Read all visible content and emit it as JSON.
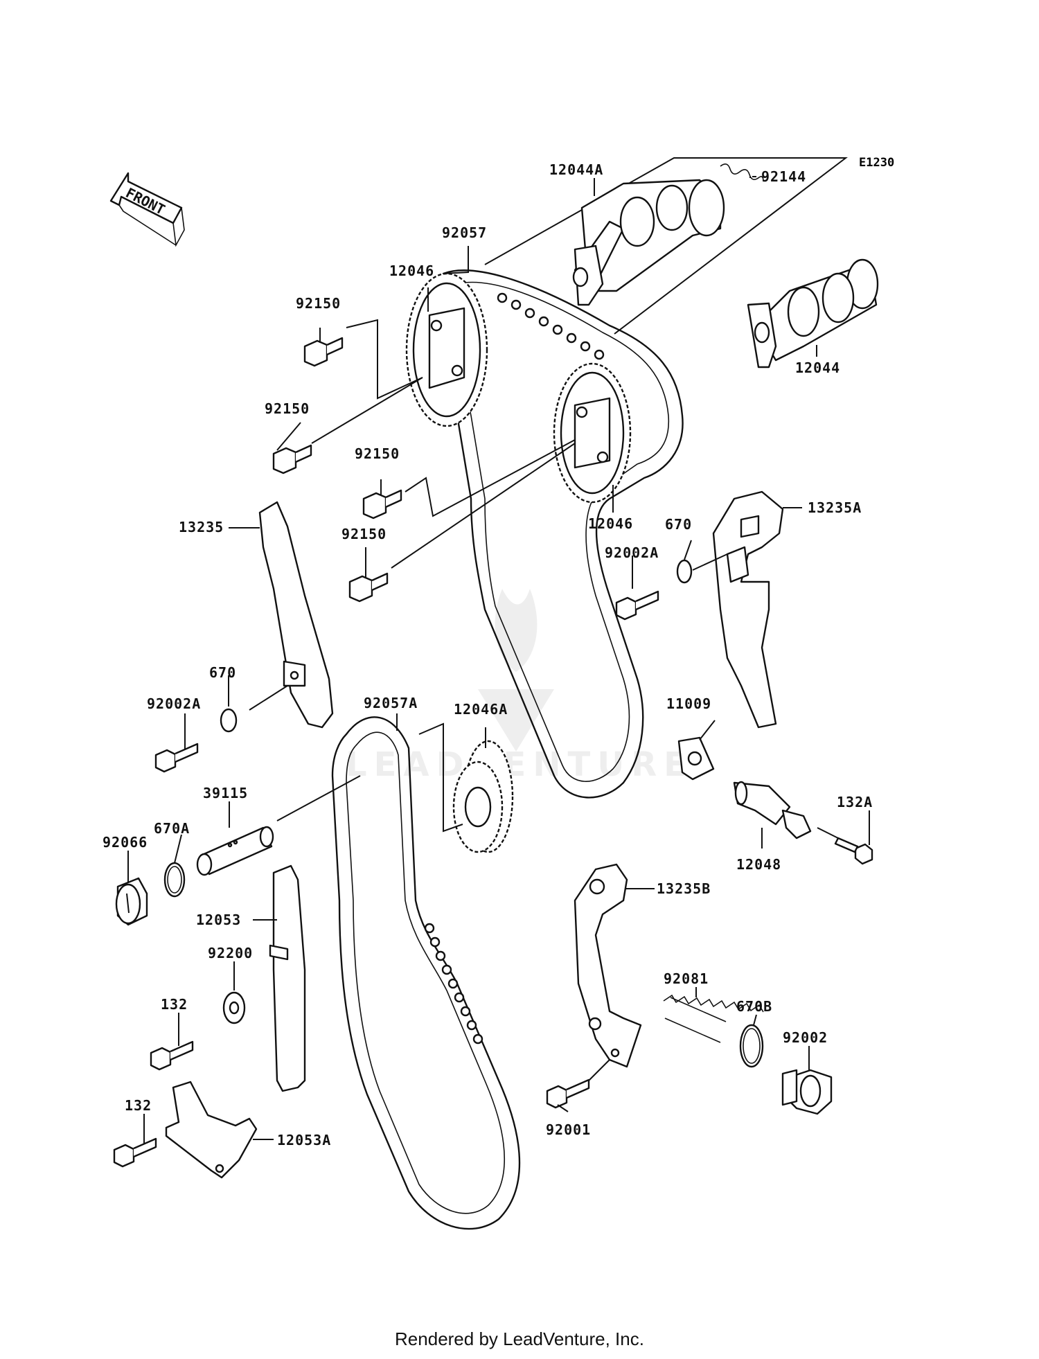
{
  "diagram_code": "E1230",
  "front_label": "FRONT",
  "footer": "Rendered by LeadVenture, Inc.",
  "watermark": "LEADVENTURE",
  "parts": {
    "p12044A": "12044A",
    "p92144": "92144",
    "p92057": "92057",
    "p12046_top": "12046",
    "p92150_a": "92150",
    "p12044": "12044",
    "p92150_b": "92150",
    "p92150_c": "92150",
    "p12046_mid": "12046",
    "p13235A": "13235A",
    "p13235": "13235",
    "p92150_d": "92150",
    "p670_a": "670",
    "p92002A_a": "92002A",
    "p670_b": "670",
    "p92057A": "92057A",
    "p92002A_b": "92002A",
    "p12046A": "12046A",
    "p11009": "11009",
    "p39115": "39115",
    "p670A": "670A",
    "p92066": "92066",
    "p132A": "132A",
    "p12048": "12048",
    "p13235B": "13235B",
    "p12053": "12053",
    "p92200": "92200",
    "p92081": "92081",
    "p132_a": "132",
    "p670B": "670B",
    "p92002": "92002",
    "p132_b": "132",
    "p12053A": "12053A",
    "p92001": "92001"
  }
}
